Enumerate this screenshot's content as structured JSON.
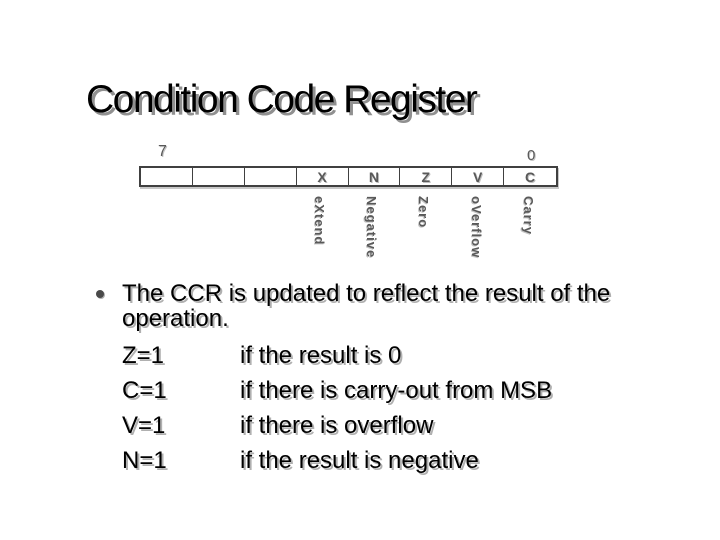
{
  "title": "Condition Code Register",
  "register": {
    "high_bit_label": "7",
    "low_bit_label": "0",
    "cells": [
      "",
      "",
      "",
      "X",
      "N",
      "Z",
      "V",
      "C"
    ],
    "flag_names": [
      "eXtend",
      "Negative",
      "Zero",
      "oVerflow",
      "Carry"
    ]
  },
  "bullets": {
    "intro": "The CCR is updated to reflect the result of the operation.",
    "definitions": [
      {
        "flag": "Z=1",
        "meaning": "if the result is 0"
      },
      {
        "flag": "C=1",
        "meaning": "if there is carry-out from MSB"
      },
      {
        "flag": "V=1",
        "meaning": "if there is overflow"
      },
      {
        "flag": "N=1",
        "meaning": "if the result is negative"
      }
    ]
  },
  "colors": {
    "background": "#ffffff",
    "text": "#000000",
    "muted_gray": "#595959",
    "border_gray": "#404040",
    "title_shadow": "#909090",
    "body_shadow": "#b0b0b0"
  }
}
